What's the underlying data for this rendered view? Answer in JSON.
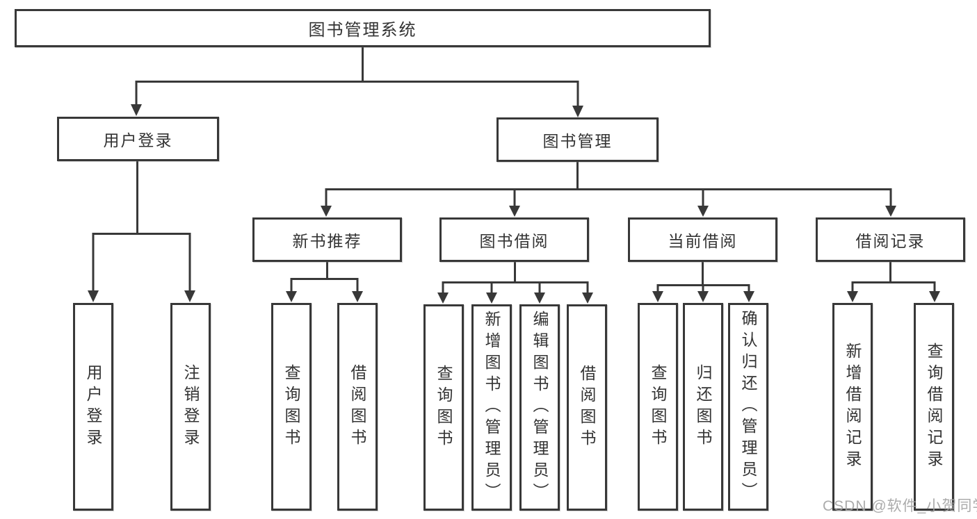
{
  "diagram": {
    "root": {
      "label": "图书管理系统"
    },
    "branches": [
      {
        "label": "用户登录",
        "children": [
          {
            "label": "用户登录"
          },
          {
            "label": "注销登录"
          }
        ]
      },
      {
        "label": "图书管理",
        "children": [
          {
            "label": "新书推荐",
            "children": [
              {
                "label": "查询图书"
              },
              {
                "label": "借阅图书"
              }
            ]
          },
          {
            "label": "图书借阅",
            "children": [
              {
                "label": "查询图书"
              },
              {
                "label": "新增图书（管理员）"
              },
              {
                "label": "编辑图书（管理员）"
              },
              {
                "label": "借阅图书"
              }
            ]
          },
          {
            "label": "当前借阅",
            "children": [
              {
                "label": "查询图书"
              },
              {
                "label": "归还图书"
              },
              {
                "label": "确认归还（管理员）"
              }
            ]
          },
          {
            "label": "借阅记录",
            "children": [
              {
                "label": "新增借阅记录"
              },
              {
                "label": "查询借阅记录"
              }
            ]
          }
        ]
      }
    ]
  },
  "watermark": "CSDN @软件_小贺同学",
  "colors": {
    "line": "#383838",
    "text": "#333333",
    "watermark": "#a2a2a2",
    "background": "#ffffff"
  }
}
